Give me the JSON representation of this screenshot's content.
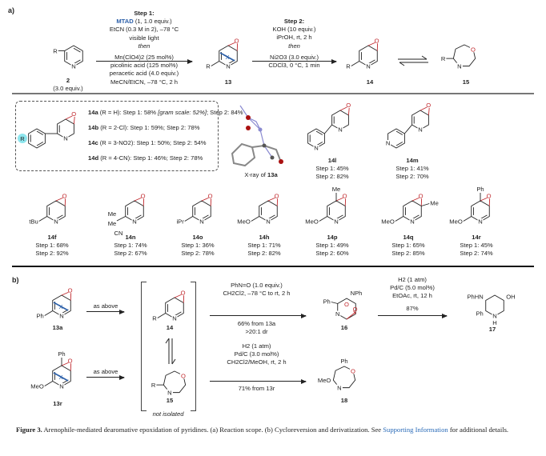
{
  "panel_a": {
    "label": "a)",
    "reactant": {
      "id": "2",
      "equiv": "(3.0 equiv.)",
      "sub": "R"
    },
    "step1": {
      "title": "Step 1:",
      "reagent": "MTAD",
      "reagent_detail": "(1, 1.0 equiv.)",
      "lines": [
        "EtCN (0.3 M in 2), –78 °C",
        "visible light"
      ],
      "then": "then",
      "after": [
        "Mn(ClO4)2 (25 mol%)",
        "picolinic acid (125 mol%)",
        "peracetic acid (4.0 equiv.)",
        "MeCN/EtCN, –78 °C, 2 h"
      ]
    },
    "intermediate": {
      "id": "13",
      "bridge": "X"
    },
    "step2": {
      "title": "Step 2:",
      "lines": [
        "KOH (10 equiv.)",
        "iPrOH, rt, 2 h"
      ],
      "then": "then",
      "after": [
        "Ni2O3 (3.0 equiv.)",
        "CDCl3, 0 °C, 1 min"
      ]
    },
    "product": {
      "id": "14",
      "sub": "R"
    },
    "oxepine": {
      "id": "15",
      "sub": "R"
    },
    "atoms": {
      "N": "N",
      "O": "O"
    }
  },
  "scope_box": {
    "sub": "R",
    "lines": [
      {
        "id": "14a",
        "text": " (R = H): Step 1: 58% ",
        "note": "[gram scale: 52%]",
        "tail": "; Step 2: 84%"
      },
      {
        "id": "14b",
        "text": " (R = 2-Cl): Step 1: 59%; Step 2: 78%"
      },
      {
        "id": "14c",
        "text": " (R = 3-NO2): Step 1: 50%; Step 2: 54%"
      },
      {
        "id": "14d",
        "text": " (R = 4-CN): Step 1: 46%; Step 2: 78%"
      }
    ]
  },
  "xray": {
    "caption_prefix": "X-ray of ",
    "compound": "13a"
  },
  "compounds_top": [
    {
      "id": "14l",
      "step1": "Step 1: 45%",
      "step2": "Step 2: 82%"
    },
    {
      "id": "14m",
      "step1": "Step 1: 41%",
      "step2": "Step 2: 70%"
    }
  ],
  "compounds": [
    {
      "id": "14f",
      "sub": "tBu",
      "step1": "Step 1: 68%",
      "step2": "Step 2: 92%"
    },
    {
      "id": "14n",
      "sub": "Me",
      "sub2": "Me",
      "sub3": "CN",
      "step1": "Step 1: 74%",
      "step2": "Step 2: 67%"
    },
    {
      "id": "14o",
      "sub": "iPr",
      "step1": "Step 1: 36%",
      "step2": "Step 2: 78%"
    },
    {
      "id": "14h",
      "sub": "MeO",
      "step1": "Step 1: 71%",
      "step2": "Step 2: 82%"
    },
    {
      "id": "14p",
      "sub": "MeO",
      "top": "Me",
      "step1": "Step 1: 49%",
      "step2": "Step 2: 60%"
    },
    {
      "id": "14q",
      "sub": "MeO",
      "right": "Me",
      "step1": "Step 1: 65%",
      "step2": "Step 2: 85%"
    },
    {
      "id": "14r",
      "sub": "MeO",
      "top": "Ph",
      "step1": "Step 1: 45%",
      "step2": "Step 2: 74%"
    }
  ],
  "panel_b": {
    "label": "b)",
    "start1": {
      "id": "13a",
      "sub": "Ph"
    },
    "start2": {
      "id": "13r",
      "sub": "MeO",
      "top": "Ph"
    },
    "as_above": "as above",
    "bracket": {
      "top_id": "14",
      "bottom_id": "15",
      "note": "not isolated",
      "sub": "R"
    },
    "rxn1": {
      "above": [
        "PhN=O (1.0 equiv.)",
        "CH2Cl2, –78 °C to rt, 2 h"
      ],
      "below": [
        "66% from 13a",
        ">20:1 dr"
      ]
    },
    "p16": {
      "id": "16",
      "ph": "Ph",
      "nph": "NPh"
    },
    "rxn2": {
      "above": [
        "H2 (1 atm)",
        "Pd/C (5.0 mol%)",
        "EtOAc, rt, 12 h"
      ],
      "below": [
        "87%"
      ]
    },
    "p17": {
      "id": "17",
      "phhn": "PhHN",
      "oh": "OH",
      "ph": "Ph",
      "nh": "N",
      "h": "H"
    },
    "rxn3": {
      "above": [
        "H2 (1 atm)",
        "Pd/C (3.0 mol%)",
        "CH2Cl2/MeOH, rt, 2 h"
      ],
      "below": [
        "71% from 13r"
      ]
    },
    "p18": {
      "id": "18",
      "ph": "Ph",
      "sub": "MeO"
    }
  },
  "caption": {
    "label": "Figure 3.",
    "text": " Arenophile-mediated dearomative epoxidation of pyridines. (a) Reaction scope. (b) Cycloreversion and derivatization. See ",
    "link": "Supporting Information",
    "tail": " for additional details."
  }
}
